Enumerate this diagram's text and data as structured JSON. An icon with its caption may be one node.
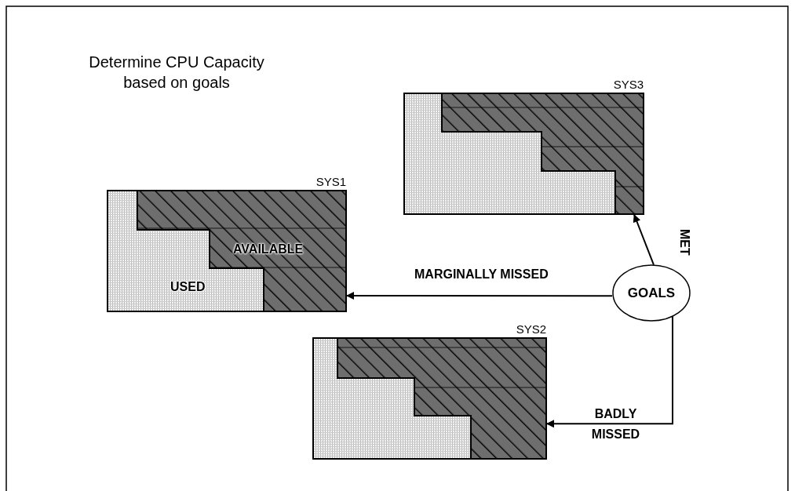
{
  "diagram": {
    "title": "Determine CPU Capacity based on goals",
    "nodes": [
      {
        "text": [
          "SYS1",
          "AVAILABLE",
          "USED"
        ]
      },
      {
        "text": [
          "SYS3"
        ]
      },
      {
        "text": [
          "SYS2"
        ]
      },
      {
        "text": [
          "GOALS"
        ]
      }
    ],
    "edges": [
      {
        "from": 3,
        "to": 0,
        "arrow": "to",
        "label": "MARGINALLY MISSED"
      },
      {
        "from": 3,
        "to": 1,
        "arrow": "to",
        "label": "MET"
      },
      {
        "from": 3,
        "to": 2,
        "arrow": "to",
        "label": "BADLY MISSED"
      }
    ]
  }
}
